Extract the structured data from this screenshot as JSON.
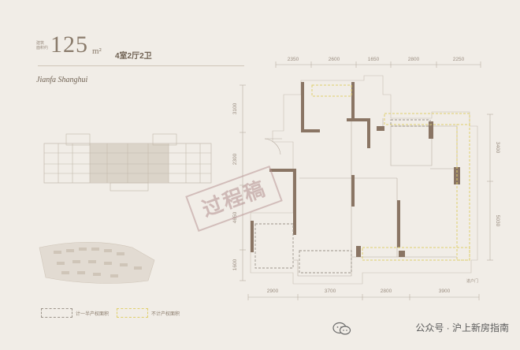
{
  "header": {
    "area_label_line1": "建筑",
    "area_label_line2": "面积约",
    "area_value": "125",
    "area_unit": "m²",
    "unit_type": "4室2厅2卫",
    "script_title": "Jianfa Shanghui"
  },
  "dimensions": {
    "top": [
      "2350",
      "2600",
      "1650",
      "2800",
      "2250"
    ],
    "bottom": [
      "2900",
      "3700",
      "2800",
      "3900"
    ],
    "left": [
      "3100",
      "2300",
      "4650",
      "1600"
    ],
    "right": [
      "3400",
      "5030"
    ]
  },
  "annotations": {
    "entrance": "进户门"
  },
  "legend": {
    "item1": "计一半产权面积",
    "item2": "不计产权面积"
  },
  "watermark": "过程稿",
  "footer": {
    "credit": "公众号 · 沪上新房指南"
  },
  "colors": {
    "background": "#f1ede7",
    "wall": "#8a7564",
    "line": "#b8ada2",
    "dashed_half": "#9c948a",
    "dashed_none": "#e0cf6c",
    "highlight": "#d6cdc2"
  }
}
